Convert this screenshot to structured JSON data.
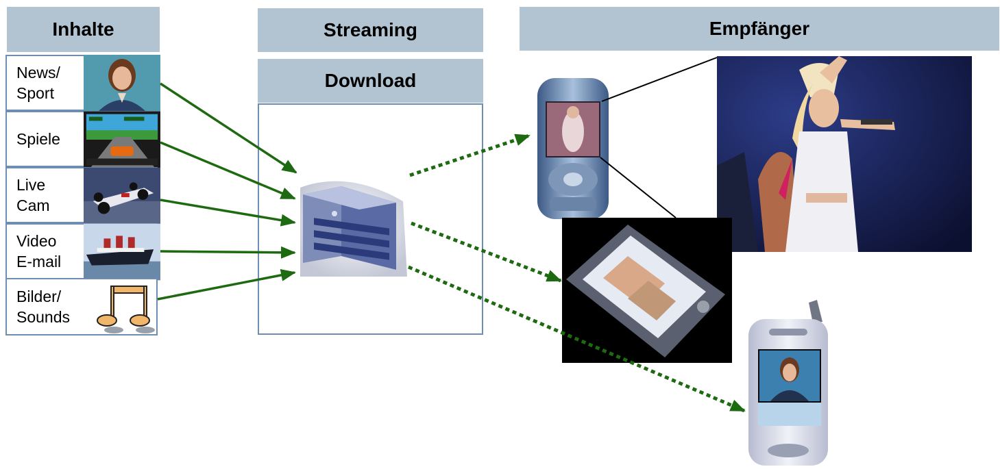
{
  "headers": {
    "inhalte": "Inhalte",
    "streaming": "Streaming",
    "download": "Download",
    "empfaenger": "Empfänger"
  },
  "inhalte": [
    {
      "label": "News/\nSport",
      "icon": "newsreader-photo"
    },
    {
      "label": "Spiele",
      "icon": "racing-game-screenshot"
    },
    {
      "label": "Live\nCam",
      "icon": "formula1-car-photo"
    },
    {
      "label": "Video\nE-mail",
      "icon": "ship-photo"
    },
    {
      "label": "Bilder/\nSounds",
      "icon": "music-notes-icon"
    }
  ],
  "empfaenger": {
    "devices": [
      "mobile-phone",
      "pda-tablet",
      "smartphone"
    ],
    "photo": "concert-singer-photo"
  },
  "colors": {
    "header_bg": "#b2c4d2",
    "box_border": "#6d8db3",
    "arrow_green": "#1e6a10"
  }
}
